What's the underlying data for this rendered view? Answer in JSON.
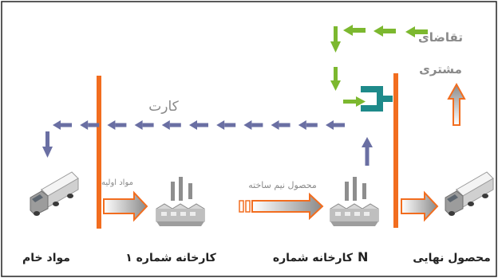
{
  "labels": {
    "demand_line1": "تقاضای",
    "demand_line2": "مشتری",
    "card": "کارت",
    "raw_input": "مواد اولیه",
    "semi_product": "محصول نیم ساخته",
    "raw_materials": "مواد خام",
    "factory_1": "کارخانه شماره ۱",
    "factory_n_text": "کارخانه شماره",
    "factory_n_letter": "N",
    "final_product": "محصول نهایی"
  },
  "colors": {
    "frame": "#222222",
    "orange": "#f26d1f",
    "green_arrow": "#7cb82f",
    "blue_arrow": "#6a6fa3",
    "teal": "#1e8a8a",
    "text_gray": "#8a8a8a",
    "text_dark": "#222222"
  }
}
